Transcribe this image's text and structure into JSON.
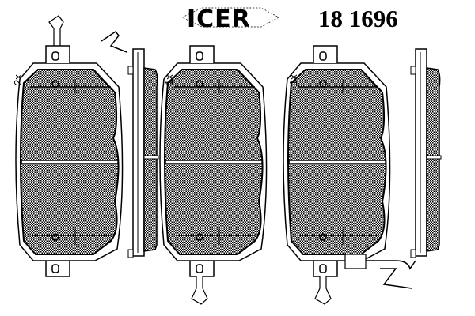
{
  "header": {
    "brand": "ICER",
    "part_number": "18 1696"
  },
  "pads": [
    {
      "quantity": "2x"
    },
    {
      "quantity": "1x"
    },
    {
      "quantity": "1x"
    }
  ],
  "colors": {
    "ink": "#000000",
    "background": "#ffffff"
  }
}
